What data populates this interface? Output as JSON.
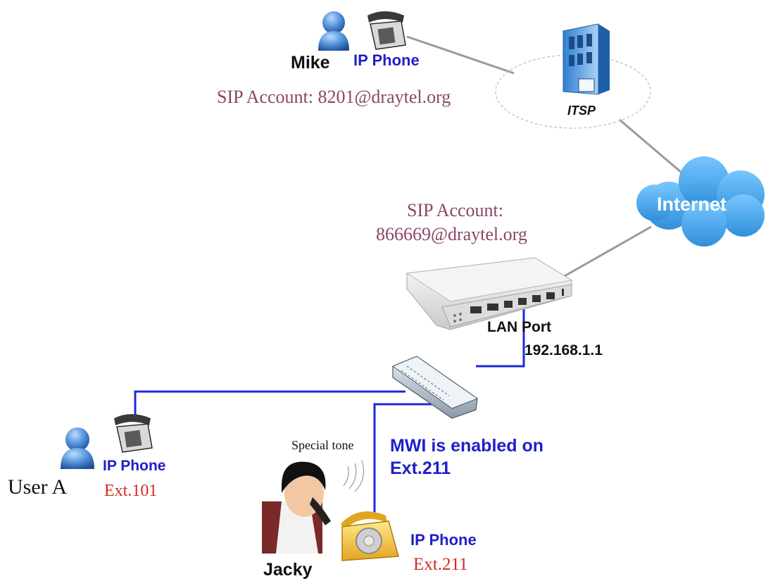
{
  "labels": {
    "mike_name": "Mike",
    "mike_phone": "IP Phone",
    "mike_sip": "SIP Account: 8201@draytel.org",
    "itsp": "ITSP",
    "internet": "Internet",
    "router_sip_line1": "SIP Account:",
    "router_sip_line2": "866669@draytel.org",
    "lan_port": "LAN Port",
    "lan_ip": "192.168.1.1",
    "user_a_name": "User A",
    "user_a_phone": "IP Phone",
    "user_a_ext": "Ext.101",
    "special_tone": "Special tone",
    "mwi_line1": "MWI is enabled on",
    "mwi_line2": "Ext.211",
    "jacky_name": "Jacky",
    "jacky_phone": "IP Phone",
    "jacky_ext": "Ext.211"
  },
  "colors": {
    "lan_cable": "#1a2bd8",
    "wan_cable": "#9a9a9a",
    "label_blue": "#1f1fc8",
    "label_mauve": "#8a4668",
    "label_red": "#d42a20",
    "cloud": "#3fa6ea",
    "person": "#4f8fd6"
  },
  "icons": {
    "mike": "person-icon",
    "mike_phone": "desk-phone-icon",
    "itsp": "building-icon",
    "internet": "cloud-icon",
    "router": "router-icon",
    "switch": "switch-icon",
    "user_a": "person-icon",
    "user_a_phone": "desk-phone-icon",
    "jacky": "person-on-phone-icon",
    "jacky_phone": "rotary-phone-icon"
  }
}
